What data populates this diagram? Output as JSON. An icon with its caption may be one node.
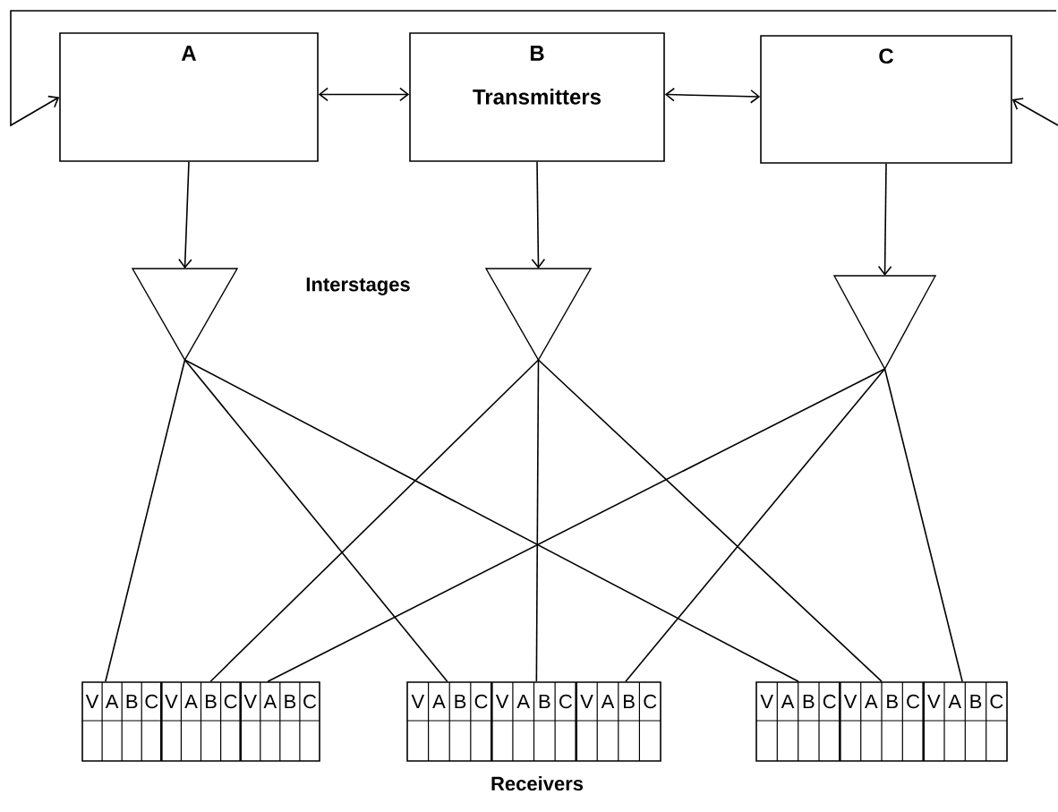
{
  "diagram": {
    "nodes": [
      {
        "text": [
          "A"
        ]
      },
      {
        "text": [
          "B",
          "Transmitters"
        ]
      },
      {
        "text": [
          "C"
        ]
      },
      {
        "text": [],
        "shape": "triangle"
      },
      {
        "text": [],
        "shape": "triangle"
      },
      {
        "text": [],
        "shape": "triangle"
      },
      {
        "text": [
          "V",
          "A",
          "B",
          "C",
          "V",
          "A",
          "B",
          "C",
          "V",
          "A",
          "B",
          "C"
        ]
      },
      {
        "text": [
          "V",
          "A",
          "B",
          "C",
          "V",
          "A",
          "B",
          "C",
          "V",
          "A",
          "B",
          "C"
        ]
      },
      {
        "text": [
          "V",
          "A",
          "B",
          "C",
          "V",
          "A",
          "B",
          "C",
          "V",
          "A",
          "B",
          "C"
        ]
      }
    ],
    "edges": [
      {
        "from": null,
        "to": 0,
        "arrow": "to"
      },
      {
        "from": 0,
        "to": 1,
        "arrow": "both"
      },
      {
        "from": 1,
        "to": 2,
        "arrow": "both"
      },
      {
        "from": null,
        "to": 2,
        "arrow": "to"
      },
      {
        "from": 0,
        "to": 3,
        "arrow": "to"
      },
      {
        "from": 1,
        "to": 4,
        "arrow": "to"
      },
      {
        "from": 2,
        "to": 5,
        "arrow": "to"
      },
      {
        "from": 3,
        "to": 6,
        "arrow": "none"
      },
      {
        "from": 4,
        "to": 6,
        "arrow": "none"
      },
      {
        "from": 5,
        "to": 6,
        "arrow": "none"
      },
      {
        "from": 3,
        "to": 7,
        "arrow": "none"
      },
      {
        "from": 4,
        "to": 7,
        "arrow": "none"
      },
      {
        "from": 5,
        "to": 7,
        "arrow": "none"
      },
      {
        "from": 3,
        "to": 8,
        "arrow": "none"
      },
      {
        "from": 4,
        "to": 8,
        "arrow": "none"
      },
      {
        "from": 5,
        "to": 8,
        "arrow": "none"
      }
    ],
    "labels": [
      "Interstages",
      "Receivers"
    ]
  }
}
